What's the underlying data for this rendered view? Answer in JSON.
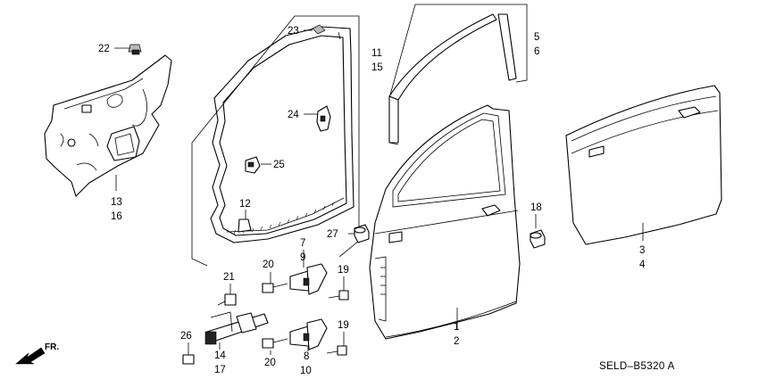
{
  "callouts": {
    "c22": "22",
    "c13": "13",
    "c16": "16",
    "c23": "23",
    "c11": "11",
    "c15": "15",
    "c24": "24",
    "c25": "25",
    "c12": "12",
    "c5": "5",
    "c6": "6",
    "c3": "3",
    "c4": "4",
    "c18": "18",
    "c27": "27",
    "c7": "7",
    "c9": "9",
    "c20a": "20",
    "c19a": "19",
    "c21": "21",
    "c26": "26",
    "c14": "14",
    "c17": "17",
    "c20b": "20",
    "c8": "8",
    "c10": "10",
    "c19b": "19",
    "c1": "1",
    "c2": "2"
  },
  "diagram_code": "SELD–B5320 A",
  "direction_label": "FR."
}
